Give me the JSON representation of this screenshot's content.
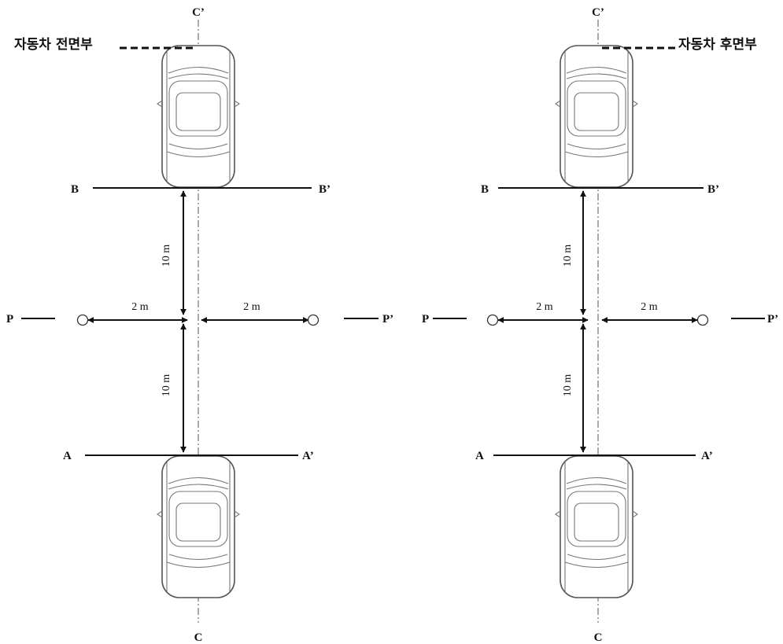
{
  "panels": [
    {
      "id": "front",
      "car_part_label": "자동차 전면부",
      "labels": {
        "c_top": "C’",
        "c_bottom": "C",
        "b_left": "B",
        "b_right": "B’",
        "a_left": "A",
        "a_right": "A’",
        "p_left": "P",
        "p_right": "P’"
      },
      "dimensions": {
        "upper": "10 m",
        "lower": "10 m",
        "left": "2 m",
        "right": "2 m"
      }
    },
    {
      "id": "rear",
      "car_part_label": "자동차 후면부",
      "labels": {
        "c_top": "C’",
        "c_bottom": "C",
        "b_left": "B",
        "b_right": "B’",
        "a_left": "A",
        "a_right": "A’",
        "p_left": "P",
        "p_right": "P’"
      },
      "dimensions": {
        "upper": "10 m",
        "lower": "10 m",
        "left": "2 m",
        "right": "2 m"
      }
    }
  ]
}
